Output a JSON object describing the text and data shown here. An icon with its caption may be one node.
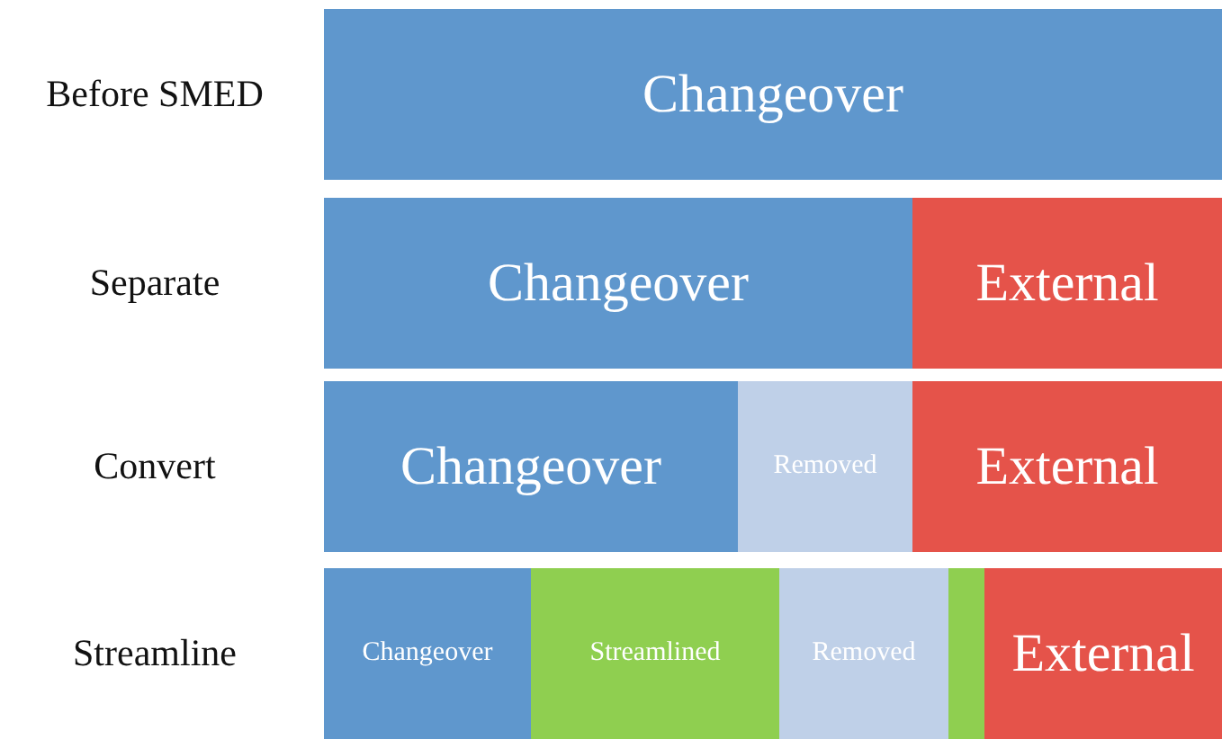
{
  "diagram": {
    "nodes": [
      {
        "text": [
          "Changeover"
        ]
      },
      {
        "text": [
          "Changeover"
        ]
      },
      {
        "text": [
          "External"
        ]
      },
      {
        "text": [
          "Changeover"
        ]
      },
      {
        "text": [
          "Removed"
        ]
      },
      {
        "text": [
          "External"
        ]
      },
      {
        "text": [
          "Changeover"
        ]
      },
      {
        "text": [
          "Streamlined"
        ]
      },
      {
        "text": [
          "Removed"
        ]
      },
      {
        "text": [],
        "shape": "bar"
      },
      {
        "text": [
          "External"
        ]
      }
    ],
    "labels": [
      "Before SMED",
      "Separate",
      "Convert",
      "Streamline"
    ]
  }
}
